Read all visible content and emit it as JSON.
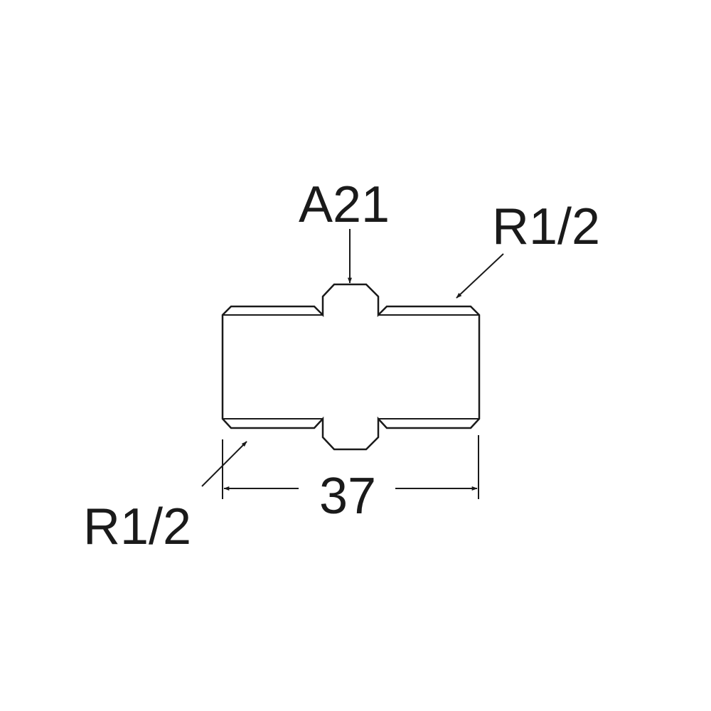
{
  "labels": {
    "hex_size": "A21",
    "thread_right": "R1/2",
    "thread_left": "R1/2",
    "overall_length": "37"
  },
  "colors": {
    "line": "#1a1a1a",
    "background": "#ffffff"
  }
}
